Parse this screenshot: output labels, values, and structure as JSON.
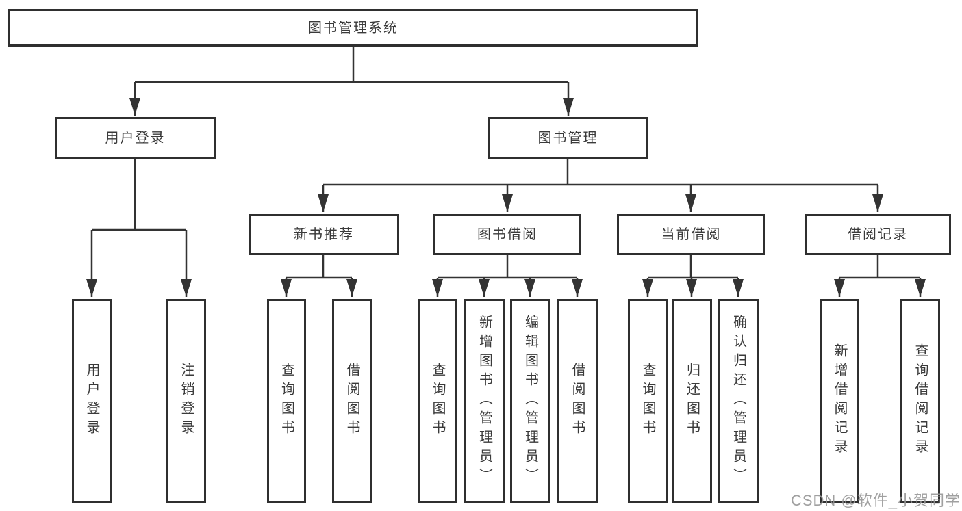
{
  "diagram": {
    "watermark": "CSDN @软件_小贺同学",
    "colors": {
      "line": "#333333",
      "box_border": "#2f2f2f",
      "text": "#3a3a3a",
      "watermark_text": "#969696",
      "background": "#ffffff"
    },
    "tree": {
      "root": "图书管理系统",
      "branches": [
        {
          "label": "用户登录",
          "children": [
            "用户登录",
            "注销登录"
          ]
        },
        {
          "label": "图书管理",
          "sections": [
            {
              "label": "新书推荐",
              "children": [
                "查询图书",
                "借阅图书"
              ]
            },
            {
              "label": "图书借阅",
              "children": [
                "查询图书",
                "新增图书（管理员）",
                "编辑图书（管理员）",
                "借阅图书"
              ]
            },
            {
              "label": "当前借阅",
              "children": [
                "查询图书",
                "归还图书",
                "确认归还（管理员）"
              ]
            },
            {
              "label": "借阅记录",
              "children": [
                "新增借阅记录",
                "查询借阅记录"
              ]
            }
          ]
        }
      ]
    }
  }
}
